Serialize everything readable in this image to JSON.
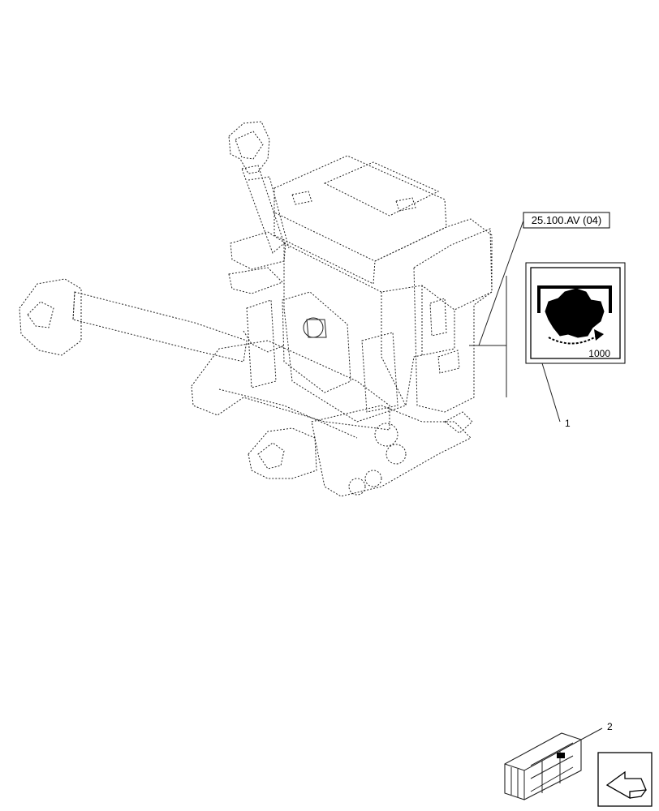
{
  "reference_label": "25.100.AV (04)",
  "decal": {
    "speed_text": "1000"
  },
  "callouts": {
    "decal_item": "1",
    "kit_item": "2"
  },
  "icons": [
    "tractor-front-hitch-drawing",
    "pto-1000-decal-icon",
    "kit-crate-icon",
    "previous-page-arrow-icon"
  ]
}
